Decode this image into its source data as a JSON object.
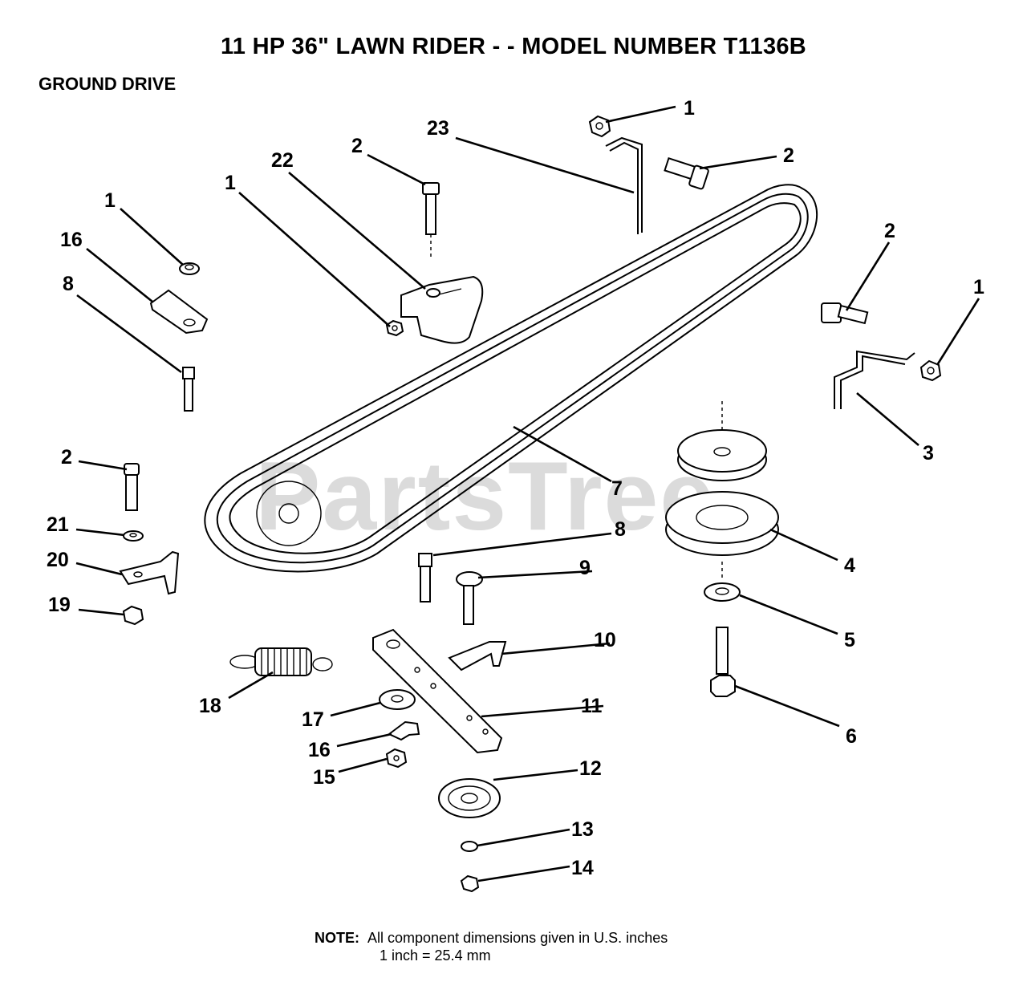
{
  "header": {
    "title": "11 HP 36\" LAWN RIDER - - MODEL NUMBER T1136B",
    "section": "GROUND DRIVE"
  },
  "watermark": {
    "text": "PartsTree"
  },
  "note": {
    "label": "NOTE:",
    "line1": "All component dimensions given in U.S. inches",
    "line2": "1 inch = 25.4 mm"
  },
  "callouts": {
    "c1a": "1",
    "c2a": "2",
    "c23": "23",
    "c2b": "2",
    "c22": "22",
    "c1b": "1",
    "c1c": "1",
    "c16a": "16",
    "c8a": "8",
    "c2c": "2",
    "c1d": "1",
    "c3": "3",
    "c7": "7",
    "c2d": "2",
    "c21": "21",
    "c20": "20",
    "c19": "19",
    "c8b": "8",
    "c9": "9",
    "c4": "4",
    "c5": "5",
    "c10": "10",
    "c18": "18",
    "c11": "11",
    "c17": "17",
    "c16b": "16",
    "c15": "15",
    "c6": "6",
    "c12": "12",
    "c13": "13",
    "c14": "14"
  }
}
